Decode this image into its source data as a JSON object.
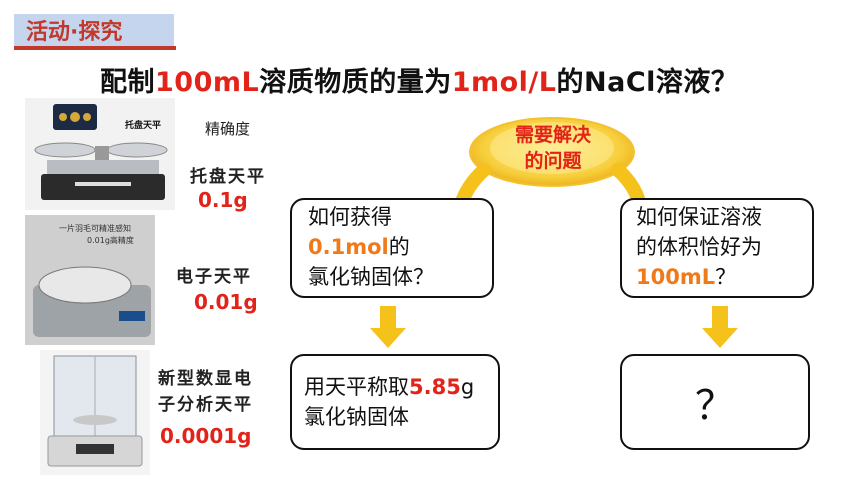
{
  "header": {
    "title": "活动·探究"
  },
  "question": {
    "part1": "配制",
    "part2": "100mL",
    "part3": "溶质物质的量为",
    "part4": "1mol/L",
    "part5": "的NaCl溶液？"
  },
  "precision_label": "精确度",
  "balances": [
    {
      "name": "托盘天平",
      "precision": "0.1g",
      "image_label": "托盘天平"
    },
    {
      "name": "电子天平",
      "precision": "0.01g",
      "image_caption_1": "一片羽毛可精准感知",
      "image_caption_2": "0.01g高精度"
    },
    {
      "name_line1": "新型数显电",
      "name_line2": "子分析天平",
      "precision": "0.0001g"
    }
  ],
  "central": {
    "line1": "需要解决",
    "line2": "的问题"
  },
  "left_problem": {
    "line1": "如何获得",
    "line2_highlight": "0.1mol",
    "line2_rest": "的",
    "line3": "氯化钠固体？"
  },
  "right_problem": {
    "line1": "如何保证溶液",
    "line2": "的体积恰好为",
    "line3_highlight": "100mL",
    "line3_rest": "？"
  },
  "left_answer": {
    "line1_a": "用天平称取",
    "line1_highlight": "5.85",
    "line1_b": "g",
    "line2": "氯化钠固体"
  },
  "right_answer": {
    "text": "？"
  },
  "colors": {
    "accent_red": "#e2231a",
    "highlight_orange": "#f07a1a",
    "header_bg": "#c6d5ee",
    "arrow_yellow": "#f5c21b"
  }
}
